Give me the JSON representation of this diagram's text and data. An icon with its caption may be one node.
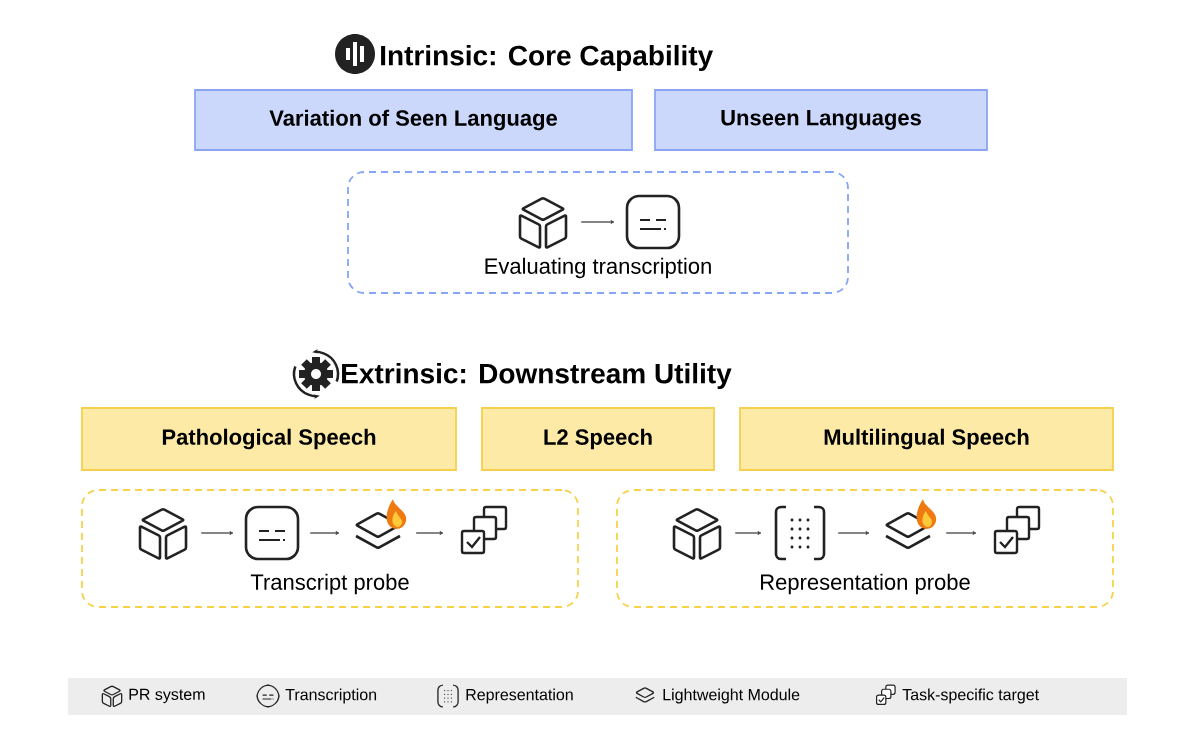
{
  "diagram": {
    "nodes": [
      {
        "text": [
          "Variation of Seen Language"
        ]
      },
      {
        "text": [
          "Unseen Languages"
        ]
      },
      {
        "text": [
          "Evaluating transcription"
        ]
      },
      {
        "text": [],
        "shape": "cube",
        "in": 2
      },
      {
        "text": [],
        "shape": "transcript",
        "in": 2
      },
      {
        "text": [
          "Pathological Speech"
        ]
      },
      {
        "text": [
          "L2 Speech"
        ]
      },
      {
        "text": [
          "Multilingual Speech"
        ]
      },
      {
        "text": [
          "Transcript probe"
        ]
      },
      {
        "text": [],
        "shape": "cube",
        "in": 8
      },
      {
        "text": [],
        "shape": "transcript",
        "in": 8
      },
      {
        "text": [],
        "shape": "layers",
        "in": 8
      },
      {
        "text": [],
        "shape": "squares",
        "in": 8
      },
      {
        "text": [
          "Representation probe"
        ]
      },
      {
        "text": [],
        "shape": "cube",
        "in": 13
      },
      {
        "text": [],
        "shape": "grid",
        "in": 13
      },
      {
        "text": [],
        "shape": "layers",
        "in": 13
      },
      {
        "text": [],
        "shape": "squares",
        "in": 13
      }
    ],
    "edges": [
      {
        "from": 3,
        "to": 4,
        "arrow": "to"
      },
      {
        "from": 9,
        "to": 10,
        "arrow": "to"
      },
      {
        "from": 10,
        "to": 11,
        "arrow": "to"
      },
      {
        "from": 11,
        "to": 12,
        "arrow": "to"
      },
      {
        "from": 14,
        "to": 15,
        "arrow": "to"
      },
      {
        "from": 15,
        "to": 16,
        "arrow": "to"
      },
      {
        "from": 16,
        "to": 17,
        "arrow": "to"
      }
    ],
    "labels": [
      "Intrinsic: Core Capability",
      "Extrinsic: Downstream Utility"
    ],
    "legend": [
      {
        "text": "PR system"
      },
      {
        "text": "Transcription"
      },
      {
        "text": "Representation"
      },
      {
        "text": "Lightweight Module"
      },
      {
        "text": "Task-specific target"
      }
    ]
  }
}
